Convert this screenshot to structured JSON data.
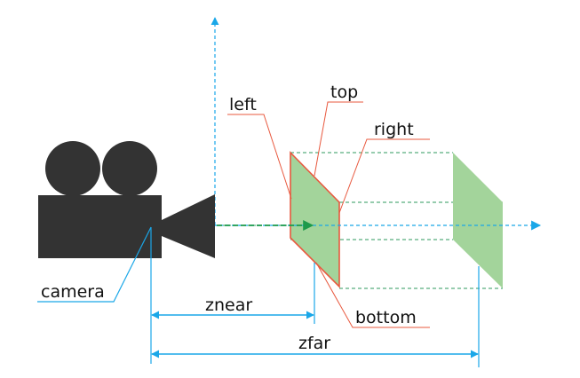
{
  "labels": {
    "left": "left",
    "top": "top",
    "right": "right",
    "bottom": "bottom",
    "camera": "camera",
    "znear": "znear",
    "zfar": "zfar"
  },
  "colors": {
    "axis_blue": "#1aa7e8",
    "plane_fill": "#a3d49b",
    "frustum_edge": "#2e9a5c",
    "label_line": "#e8583e",
    "camera_body": "#333333",
    "view_arrow": "#1c9a4a"
  },
  "icons": {
    "camera": "movie-camera-icon"
  }
}
